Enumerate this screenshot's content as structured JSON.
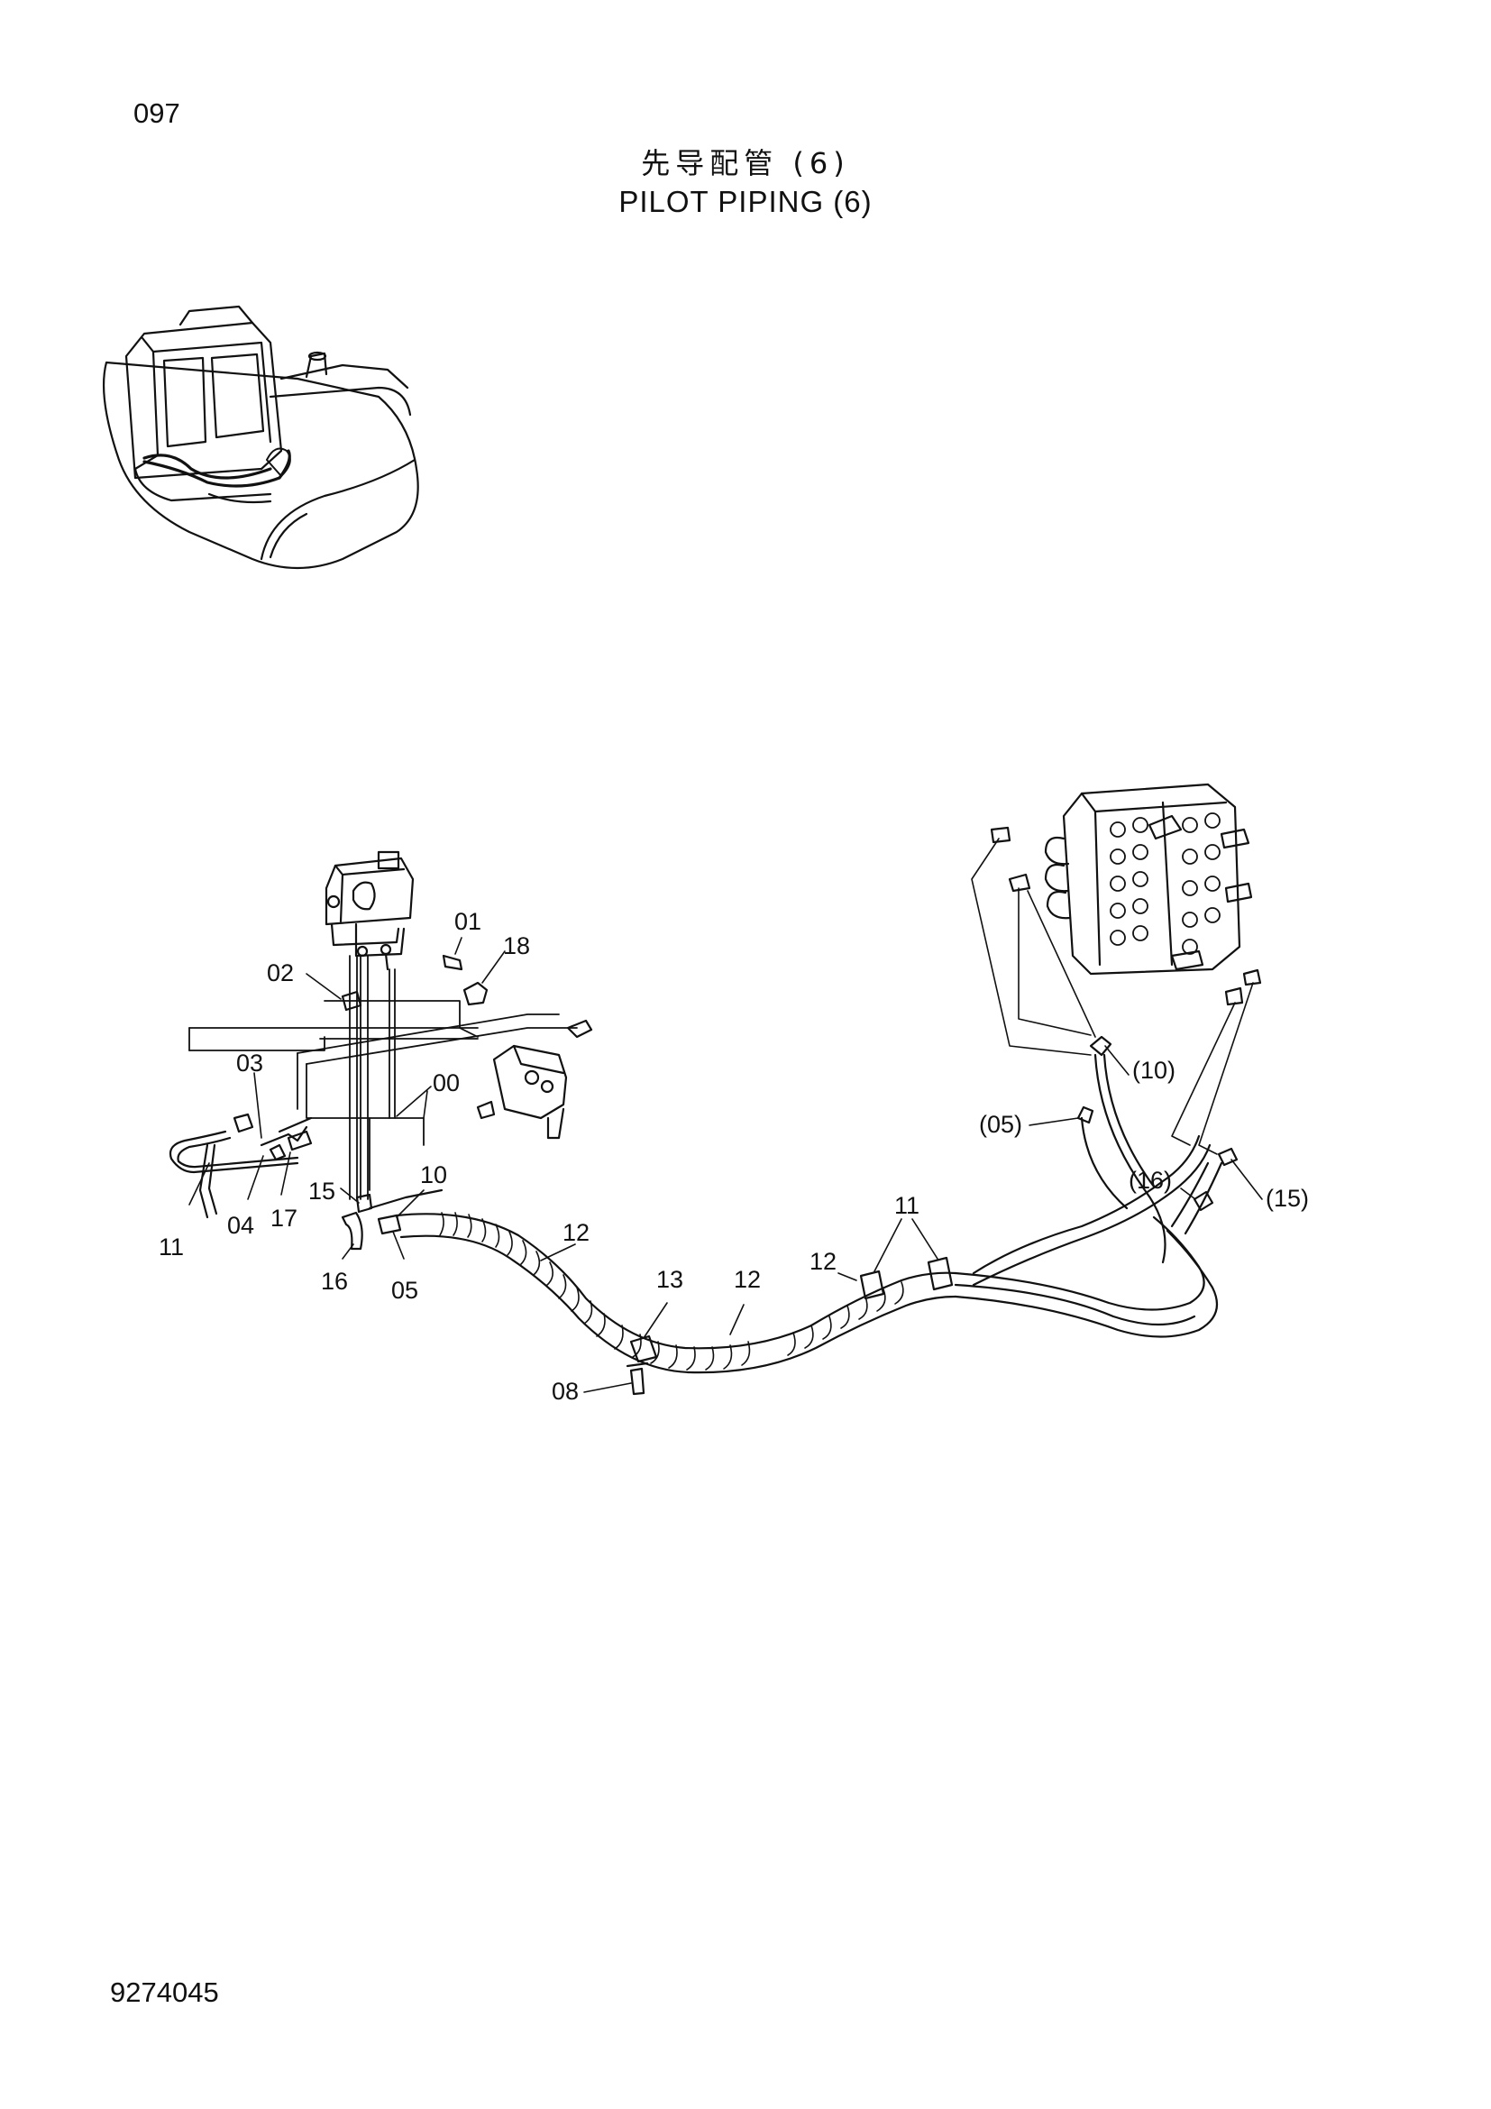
{
  "header": {
    "page_number": "097",
    "title_cn": "先导配管 (6)",
    "title_en": "PILOT PIPING (6)"
  },
  "footer": {
    "document_code": "9274045"
  },
  "callouts": {
    "c01": "01",
    "c18": "18",
    "c02": "02",
    "c03": "03",
    "c00": "00",
    "c11a": "11",
    "c04": "04",
    "c17": "17",
    "c15": "15",
    "c10": "10",
    "c16": "16",
    "c05": "05",
    "c12a": "12",
    "c13": "13",
    "c12b": "12",
    "c12c": "12",
    "c11b": "11",
    "c08": "08",
    "c10p": "(10)",
    "c05p": "(05)",
    "c16p": "(16)",
    "c15p": "(15)"
  }
}
